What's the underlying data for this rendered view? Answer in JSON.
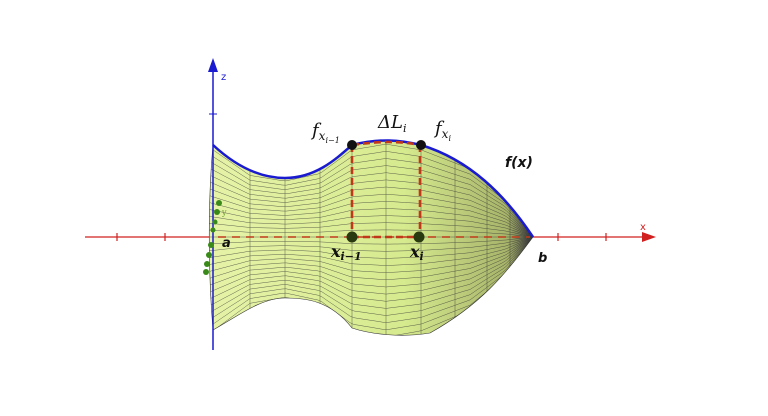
{
  "axes": {
    "x_label": "x",
    "z_label": "z",
    "y_label": "y"
  },
  "labels": {
    "a": "a",
    "b": "b",
    "fx": "f(x)",
    "delta_L": "ΔL",
    "delta_L_sub": "i",
    "f_prev": "f",
    "f_prev_sub": "x",
    "f_prev_subsub": "i−1",
    "f_cur": "f",
    "f_cur_sub": "x",
    "f_cur_subsub": "i",
    "x_prev": "x",
    "x_prev_sub": "i−1",
    "x_cur": "x",
    "x_cur_sub": "i"
  },
  "colors": {
    "curve": "#1a1ad0",
    "axis_x": "#d02020",
    "axis_z": "#1a1ad0",
    "surface": "#dcef9a",
    "dashed": "#c0391b"
  }
}
